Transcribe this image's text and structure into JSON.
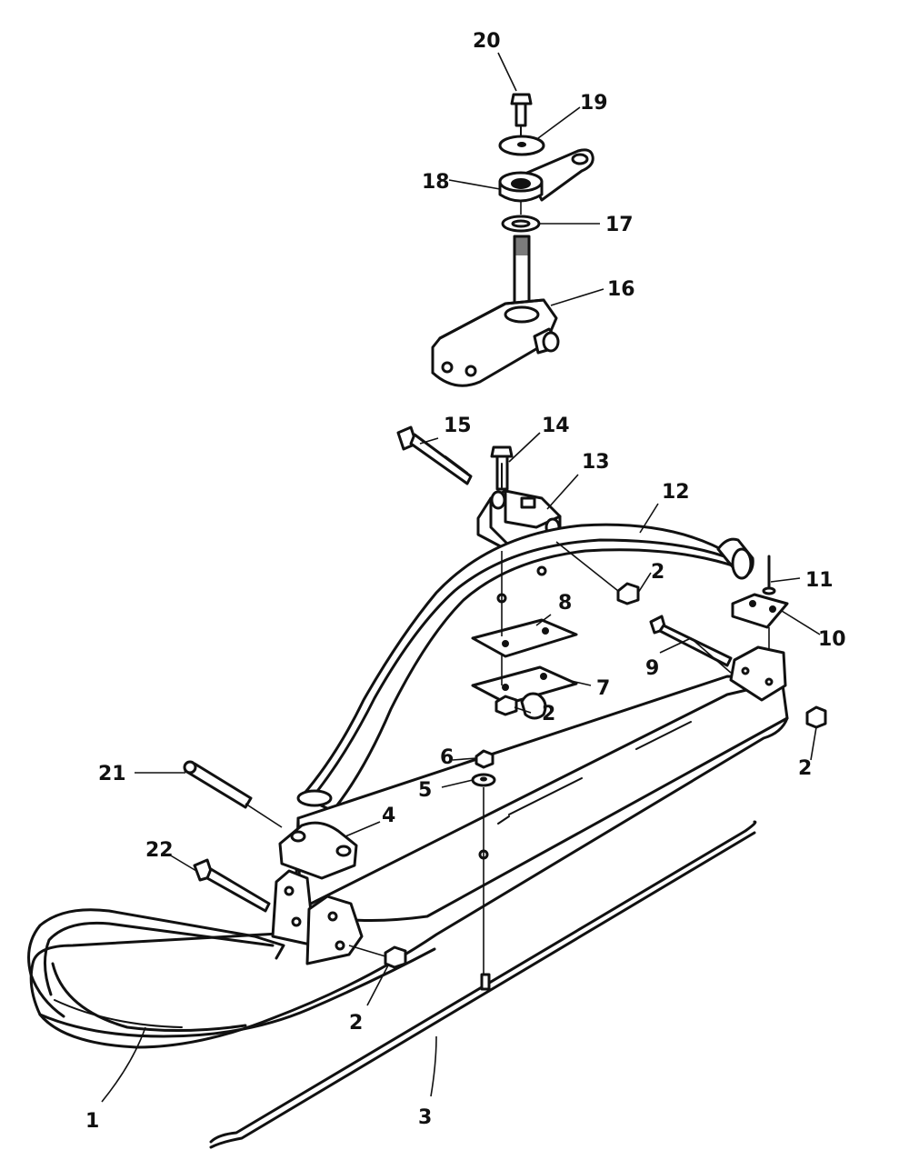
{
  "callouts": [
    {
      "id": "c20",
      "text": "20"
    },
    {
      "id": "c19",
      "text": "19"
    },
    {
      "id": "c18",
      "text": "18"
    },
    {
      "id": "c17",
      "text": "17"
    },
    {
      "id": "c16",
      "text": "16"
    },
    {
      "id": "c15",
      "text": "15"
    },
    {
      "id": "c14",
      "text": "14"
    },
    {
      "id": "c13",
      "text": "13"
    },
    {
      "id": "c12",
      "text": "12"
    },
    {
      "id": "c2a",
      "text": "2"
    },
    {
      "id": "c11",
      "text": "11"
    },
    {
      "id": "c8",
      "text": "8"
    },
    {
      "id": "c10",
      "text": "10"
    },
    {
      "id": "c9",
      "text": "9"
    },
    {
      "id": "c7",
      "text": "7"
    },
    {
      "id": "c2b",
      "text": "2"
    },
    {
      "id": "c6",
      "text": "6"
    },
    {
      "id": "c2c",
      "text": "2"
    },
    {
      "id": "c21",
      "text": "21"
    },
    {
      "id": "c5",
      "text": "5"
    },
    {
      "id": "c4",
      "text": "4"
    },
    {
      "id": "c22",
      "text": "22"
    },
    {
      "id": "c2d",
      "text": "2"
    },
    {
      "id": "c1",
      "text": "1"
    },
    {
      "id": "c3",
      "text": "3"
    }
  ]
}
